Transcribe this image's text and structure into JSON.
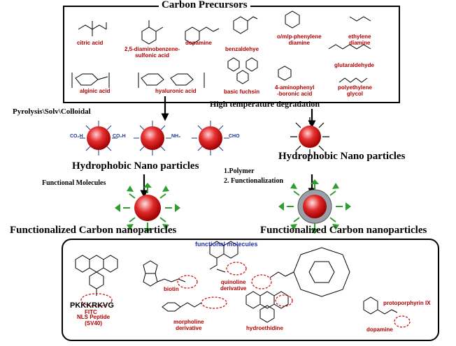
{
  "precursors": {
    "title": "Carbon Precursors",
    "items": [
      "citric acid",
      "2,5-diaminobenzene-\nsulfonic acid",
      "dopamine",
      "benzaldehye",
      "o/m/p-phenylene\ndiamine",
      "ethylene\ndiamine",
      "glutaraldehyde",
      "alginic acid",
      "hyaluronic acid",
      "basic fuchsin",
      "4-aminophenyl\n-boronic acid",
      "polyethylene\nglycol"
    ]
  },
  "left_path": {
    "method": "Pyrolysis\\Solv\\Colloidal",
    "result": "Hydrophobic Nano  particles",
    "step": "Functional Molecules",
    "final": "Functionalized  Carbon nanoparticles",
    "groups": [
      "CO₂H",
      "NH₂",
      "CHO"
    ]
  },
  "right_path": {
    "method": "High temperature degradation",
    "result": "Hydrophobic Nano  particles",
    "step1": "1.Polymer",
    "step2": "2. Functionalization",
    "final": "Functionalized  Carbon nanoparticles"
  },
  "functional": {
    "title": "functional molecules",
    "items": [
      "FITC",
      "biotin",
      "quinoline\nderivative",
      "protoporphyrin IX",
      "PKKKRKVG",
      "NLS Peptide\n(SV40)",
      "morpholine\nderivative",
      "hydroethidine",
      "dopamine"
    ]
  },
  "colors": {
    "label_red": "#b00000",
    "particle_red": "#e53030",
    "arm_green": "#2e9e2e",
    "shell_gray": "#9aa0aa",
    "group_blue": "#1a3a8a",
    "title_blue": "#2233aa"
  }
}
